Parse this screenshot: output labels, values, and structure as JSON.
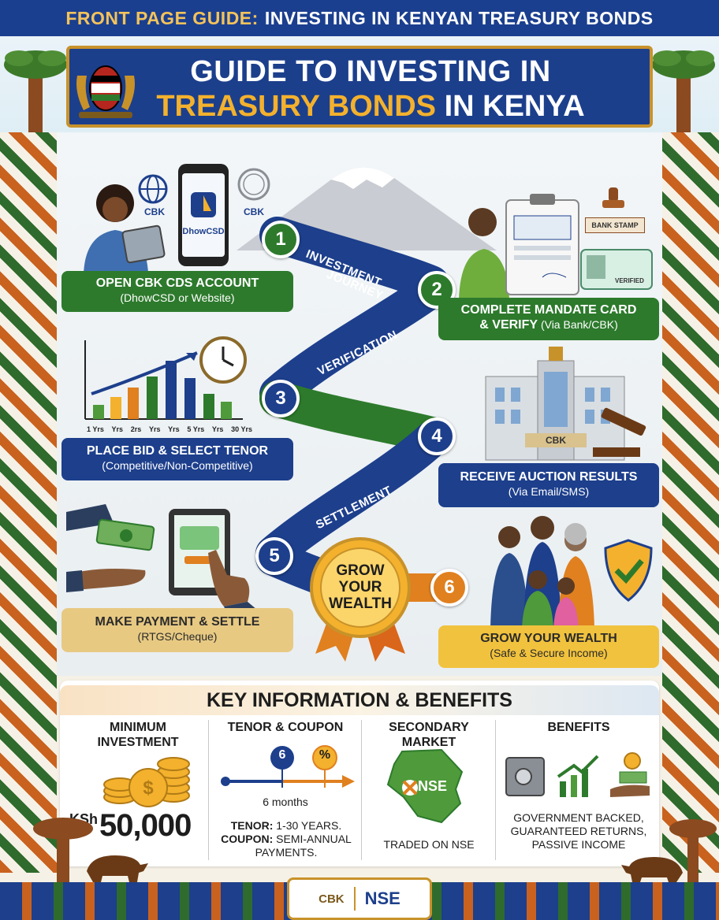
{
  "top_strip": {
    "label_a": "FRONT PAGE GUIDE:",
    "label_b": "INVESTING IN KENYAN TREASURY BONDS"
  },
  "title": {
    "line1": "GUIDE TO INVESTING IN",
    "line2_highlight": "TREASURY BONDS",
    "line2_rest": " IN KENYA"
  },
  "road": {
    "journey_1": "INVESTMENT",
    "journey_2": "JOURNEY",
    "verification": "VERIFICATION",
    "settlement": "SETTLEMENT"
  },
  "steps": [
    {
      "num": "1",
      "title": "OPEN CBK CDS ACCOUNT",
      "sub": "(DhowCSD or Website)"
    },
    {
      "num": "2",
      "title_1": "COMPLETE MANDATE CARD",
      "title_2": "& VERIFY",
      "sub": "(Via Bank/CBK)"
    },
    {
      "num": "3",
      "title": "PLACE BID & SELECT TENOR",
      "sub": "(Competitive/Non-Competitive)"
    },
    {
      "num": "4",
      "title": "RECEIVE AUCTION RESULTS",
      "sub": "(Via Email/SMS)"
    },
    {
      "num": "5",
      "title": "MAKE PAYMENT & SETTLE",
      "sub": "(RTGS/Cheque)"
    },
    {
      "num": "6",
      "title": "GROW YOUR WEALTH",
      "sub": "(Safe & Secure Income)"
    }
  ],
  "illustrations": {
    "cbk_1": "CBK",
    "cbk_2": "CBK",
    "app": "DhowCSD",
    "stamp": "BANK STAMP",
    "verified": "VERIFIED",
    "building_sign": "CBK",
    "medal_1": "GROW",
    "medal_2": "YOUR",
    "medal_3": "WEALTH",
    "chart_ticks": [
      "1 Yrs",
      "Yrs",
      "2rs",
      "Yrs",
      "Yrs",
      "5 Yrs",
      "Yrs",
      "30 Yrs"
    ]
  },
  "key_info": {
    "heading": "KEY INFORMATION & BENEFITS",
    "min_title_1": "MINIMUM",
    "min_title_2": "INVESTMENT",
    "currency": "KSh",
    "amount": "50,000",
    "tenor_title": "TENOR & COUPON",
    "tenor_marker": "6",
    "coupon_marker": "%",
    "months": "6 months",
    "tenor_label": "TENOR:",
    "tenor_text": " 1-30 YEARS.",
    "coupon_label": "COUPON:",
    "coupon_text": " SEMI-ANNUAL",
    "coupon_text_2": "PAYMENTS.",
    "sec_title_1": "SECONDARY",
    "sec_title_2": "MARKET",
    "nse": "NSE",
    "sec_text": "TRADED ON NSE",
    "ben_title": "BENEFITS",
    "ben_1": "GOVERNMENT BACKED,",
    "ben_2": "GUARANTEED RETURNS,",
    "ben_3": "PASSIVE INCOME"
  },
  "footer": {
    "cbk": "CBK",
    "nse": "NSE"
  },
  "colors": {
    "navy": "#1c3f8c",
    "green": "#2d7a2c",
    "orange": "#e0801f",
    "gold": "#f3b12d",
    "cream": "#f6f1e6"
  }
}
